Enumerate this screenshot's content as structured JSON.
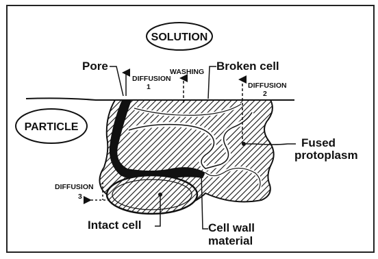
{
  "diagram": {
    "solution_label": "SOLUTION",
    "particle_label": "PARTICLE",
    "pore_label": "Pore",
    "washing_label": "WASHING",
    "broken_cell_label": "Broken cell",
    "diffusion1_word": "DIFFUSION",
    "diffusion1_num": "1",
    "diffusion2_word": "DIFFUSION",
    "diffusion2_num": "2",
    "diffusion3_word": "DIFFUSION",
    "diffusion3_num": "3",
    "fused_line1": "Fused",
    "fused_line2": "protoplasm",
    "intact_cell_label": "Intact cell",
    "cell_wall_line1": "Cell wall",
    "cell_wall_line2": "material"
  }
}
